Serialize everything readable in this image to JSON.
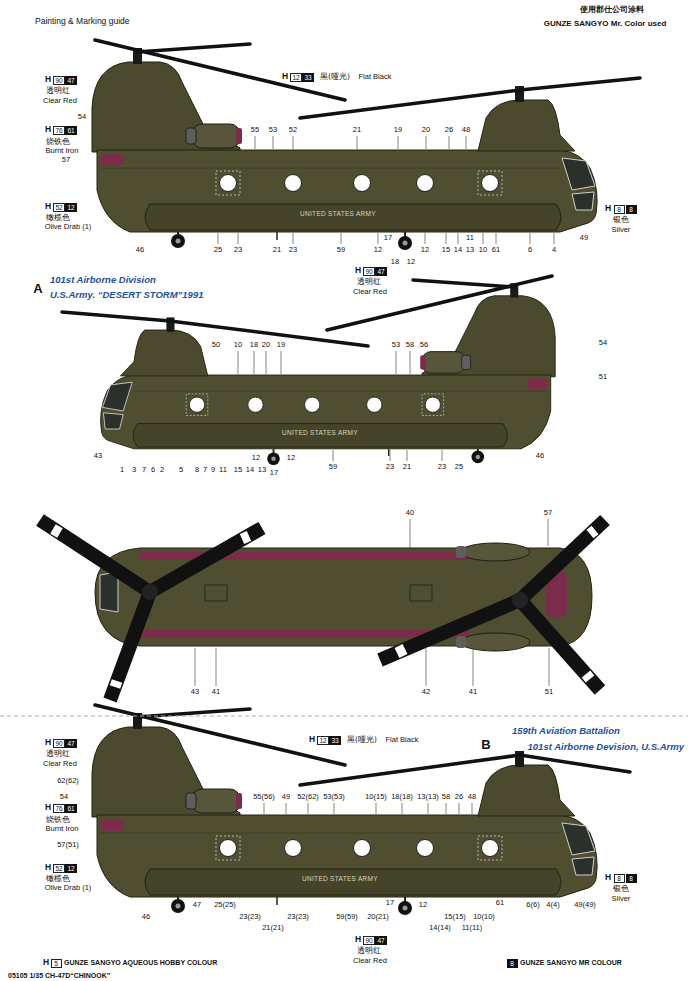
{
  "diagram": {
    "title": "Painting & Marking guide",
    "labels": [
      "使用郡仕公司涂料",
      "GUNZE SANGYO Mr. Color used",
      "H",
      "90",
      "47",
      "透明红",
      "Clear Red",
      "54",
      "H",
      "76",
      "61",
      "烧铁色",
      "Burnt Iron",
      "57",
      "H",
      "52",
      "12",
      "橄榄色",
      "Olive Drab (1)",
      "46",
      "25",
      "23",
      "21",
      "23",
      "59",
      "12",
      "17",
      "12",
      "15",
      "14",
      "13",
      "10",
      "61",
      "18",
      "12",
      "11",
      "6",
      "4",
      "49",
      "H",
      "12",
      "33",
      "黑(哑光)",
      "Flat Black",
      "55",
      "53",
      "52",
      "21",
      "19",
      "20",
      "26",
      "48",
      "H",
      "8",
      "8",
      "银色",
      "Silver",
      "H",
      "90",
      "47",
      "透明红",
      "Clear Red",
      "UNITED STATES ARMY",
      "A",
      "101st Airborne Division",
      "U.S.Army. “DESERT STORM”1991",
      "50",
      "10",
      "18",
      "20",
      "19",
      "53",
      "58",
      "56",
      "54",
      "51",
      "43",
      "1",
      "3",
      "7",
      "6",
      "2",
      "5",
      "8",
      "7",
      "9",
      "11",
      "15",
      "14",
      "13",
      "12",
      "17",
      "12",
      "59",
      "23",
      "21",
      "23",
      "25",
      "46",
      "UNITED STATES ARMY",
      "40",
      "57",
      "43",
      "41",
      "42",
      "41",
      "51",
      "H",
      "12",
      "33",
      "黑(哑光)",
      "Flat Black",
      "B",
      "159th Aviation Battalion",
      "101st Airborne Devision, U.S.Army",
      "H",
      "90",
      "47",
      "透明红",
      "Clear Red",
      "62(62)",
      "54",
      "H",
      "76",
      "61",
      "烧铁色",
      "Burnt Iron",
      "57(51)",
      "H",
      "52",
      "12",
      "橄榄色",
      "Olive Drab (1)",
      "55(56)",
      "49",
      "52(62)",
      "53(53)",
      "10(15)",
      "18(18)",
      "13(13)",
      "58",
      "26",
      "48",
      "46",
      "47",
      "25(25)",
      "23(23)",
      "21(21)",
      "23(23)",
      "59(59)",
      "20(21)",
      "17",
      "12",
      "14(14)",
      "15(15)",
      "11(11)",
      "10(10)",
      "61",
      "6(6)",
      "4(4)",
      "49(49)",
      "H",
      "8",
      "8",
      "银色",
      "Silver",
      "H",
      "90",
      "47",
      "透明红",
      "Clear Red",
      "UNITED STATES ARMY",
      "H",
      "5",
      "8",
      "05105 1/35 CH-47D“CHINOOK”"
    ],
    "legend": [
      {
        "text": "GUNZE SANGYO AQUEOUS HOBBY COLOUR"
      },
      {
        "text": "GUNZE SANGYO MR COLOUR"
      }
    ]
  }
}
